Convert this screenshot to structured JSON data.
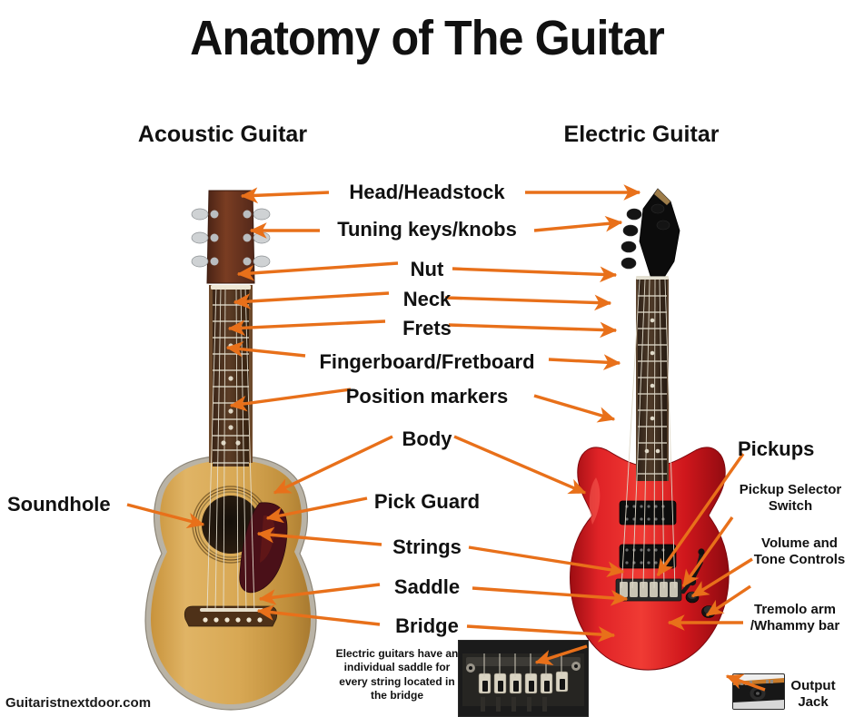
{
  "title": "Anatomy of The Guitar",
  "columns": {
    "acoustic": "Acoustic Guitar",
    "electric": "Electric Guitar"
  },
  "center_labels": [
    {
      "id": "head",
      "text": "Head/Headstock"
    },
    {
      "id": "tuning",
      "text": "Tuning keys/knobs"
    },
    {
      "id": "nut",
      "text": "Nut"
    },
    {
      "id": "neck",
      "text": "Neck"
    },
    {
      "id": "frets",
      "text": "Frets"
    },
    {
      "id": "fingerboard",
      "text": "Fingerboard/Fretboard"
    },
    {
      "id": "markers",
      "text": "Position markers"
    },
    {
      "id": "body",
      "text": "Body"
    },
    {
      "id": "pickguard",
      "text": "Pick Guard"
    },
    {
      "id": "strings",
      "text": "Strings"
    },
    {
      "id": "saddle",
      "text": "Saddle"
    },
    {
      "id": "bridge",
      "text": "Bridge"
    }
  ],
  "left_labels": [
    {
      "id": "soundhole",
      "text": "Soundhole"
    }
  ],
  "right_labels": [
    {
      "id": "pickups",
      "text": "Pickups"
    },
    {
      "id": "selector",
      "text": "Pickup Selector Switch"
    },
    {
      "id": "controls",
      "text": "Volume and Tone Controls"
    },
    {
      "id": "tremolo",
      "text": "Tremolo arm /Whammy bar"
    },
    {
      "id": "jack",
      "text": "Output Jack"
    }
  ],
  "captions": {
    "saddle_note": "Electric guitars have an individual saddle for every string located in the bridge"
  },
  "footer": {
    "brand": "Guitaristnextdoor.com"
  },
  "colors": {
    "arrow": "#E8701A",
    "background": "#FFFFFF",
    "text": "#111111",
    "acoustic_top": "#CFA048",
    "acoustic_fretboard": "#4A3325",
    "electric_body": "#D81E22",
    "electric_hardware": "#0E0E0E"
  },
  "icons": {
    "arrow": "arrow-pointer-icon",
    "bridge_photo": "bridge-closeup-photo",
    "jack_photo": "output-jack-closeup-photo"
  }
}
